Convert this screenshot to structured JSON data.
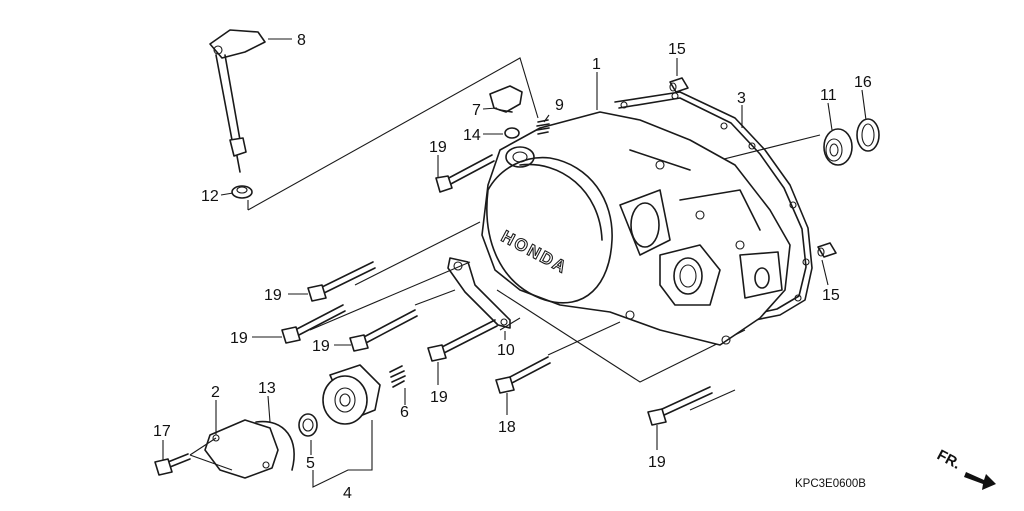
{
  "diagram": {
    "type": "exploded-parts-diagram",
    "subject": "Right crankcase cover assembly",
    "brand_mark": "HONDA",
    "diagram_code": "KPC3E0600B",
    "direction_indicator": "FR.",
    "callouts": [
      {
        "id": "c1",
        "ref": "1"
      },
      {
        "id": "c2",
        "ref": "2"
      },
      {
        "id": "c3",
        "ref": "3"
      },
      {
        "id": "c4",
        "ref": "4"
      },
      {
        "id": "c5",
        "ref": "5"
      },
      {
        "id": "c6",
        "ref": "6"
      },
      {
        "id": "c7",
        "ref": "7"
      },
      {
        "id": "c8",
        "ref": "8"
      },
      {
        "id": "c9",
        "ref": "9"
      },
      {
        "id": "c10",
        "ref": "10"
      },
      {
        "id": "c11",
        "ref": "11"
      },
      {
        "id": "c12",
        "ref": "12"
      },
      {
        "id": "c13",
        "ref": "13"
      },
      {
        "id": "c14",
        "ref": "14"
      },
      {
        "id": "c15a",
        "ref": "15"
      },
      {
        "id": "c15b",
        "ref": "15"
      },
      {
        "id": "c16",
        "ref": "16"
      },
      {
        "id": "c17",
        "ref": "17"
      },
      {
        "id": "c18",
        "ref": "18"
      },
      {
        "id": "c19a",
        "ref": "19"
      },
      {
        "id": "c19b",
        "ref": "19"
      },
      {
        "id": "c19c",
        "ref": "19"
      },
      {
        "id": "c19d",
        "ref": "19"
      },
      {
        "id": "c19e",
        "ref": "19"
      },
      {
        "id": "c19f",
        "ref": "19"
      }
    ]
  }
}
